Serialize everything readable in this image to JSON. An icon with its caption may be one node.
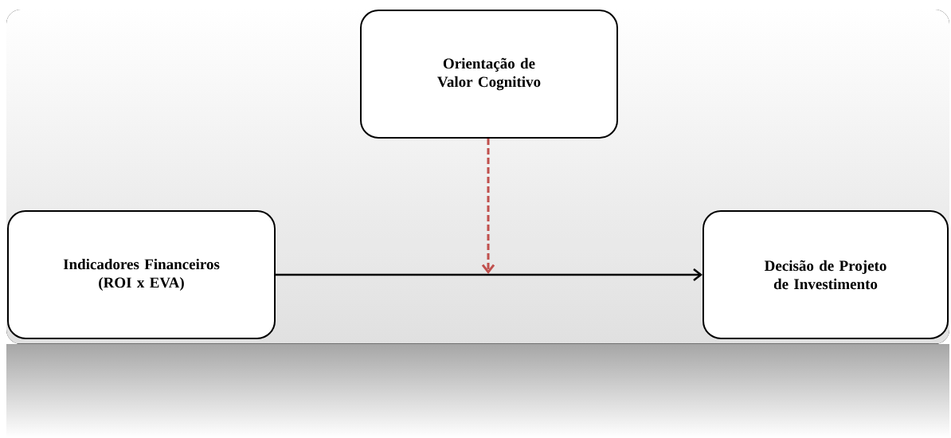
{
  "diagram": {
    "nodes": [
      {
        "text": [
          "Orientação de Valor Cognitivo"
        ]
      },
      {
        "text": [
          "Indicadores Financeiros (ROI x EVA)"
        ]
      },
      {
        "text": [
          "Decisão de Projeto de Investimento"
        ]
      }
    ],
    "edges": [
      {
        "from": 1,
        "to": 2,
        "arrow": "to"
      },
      {
        "from": 0,
        "to": null,
        "arrow": "to",
        "style": "dashed",
        "color": "#c0504d"
      }
    ]
  }
}
